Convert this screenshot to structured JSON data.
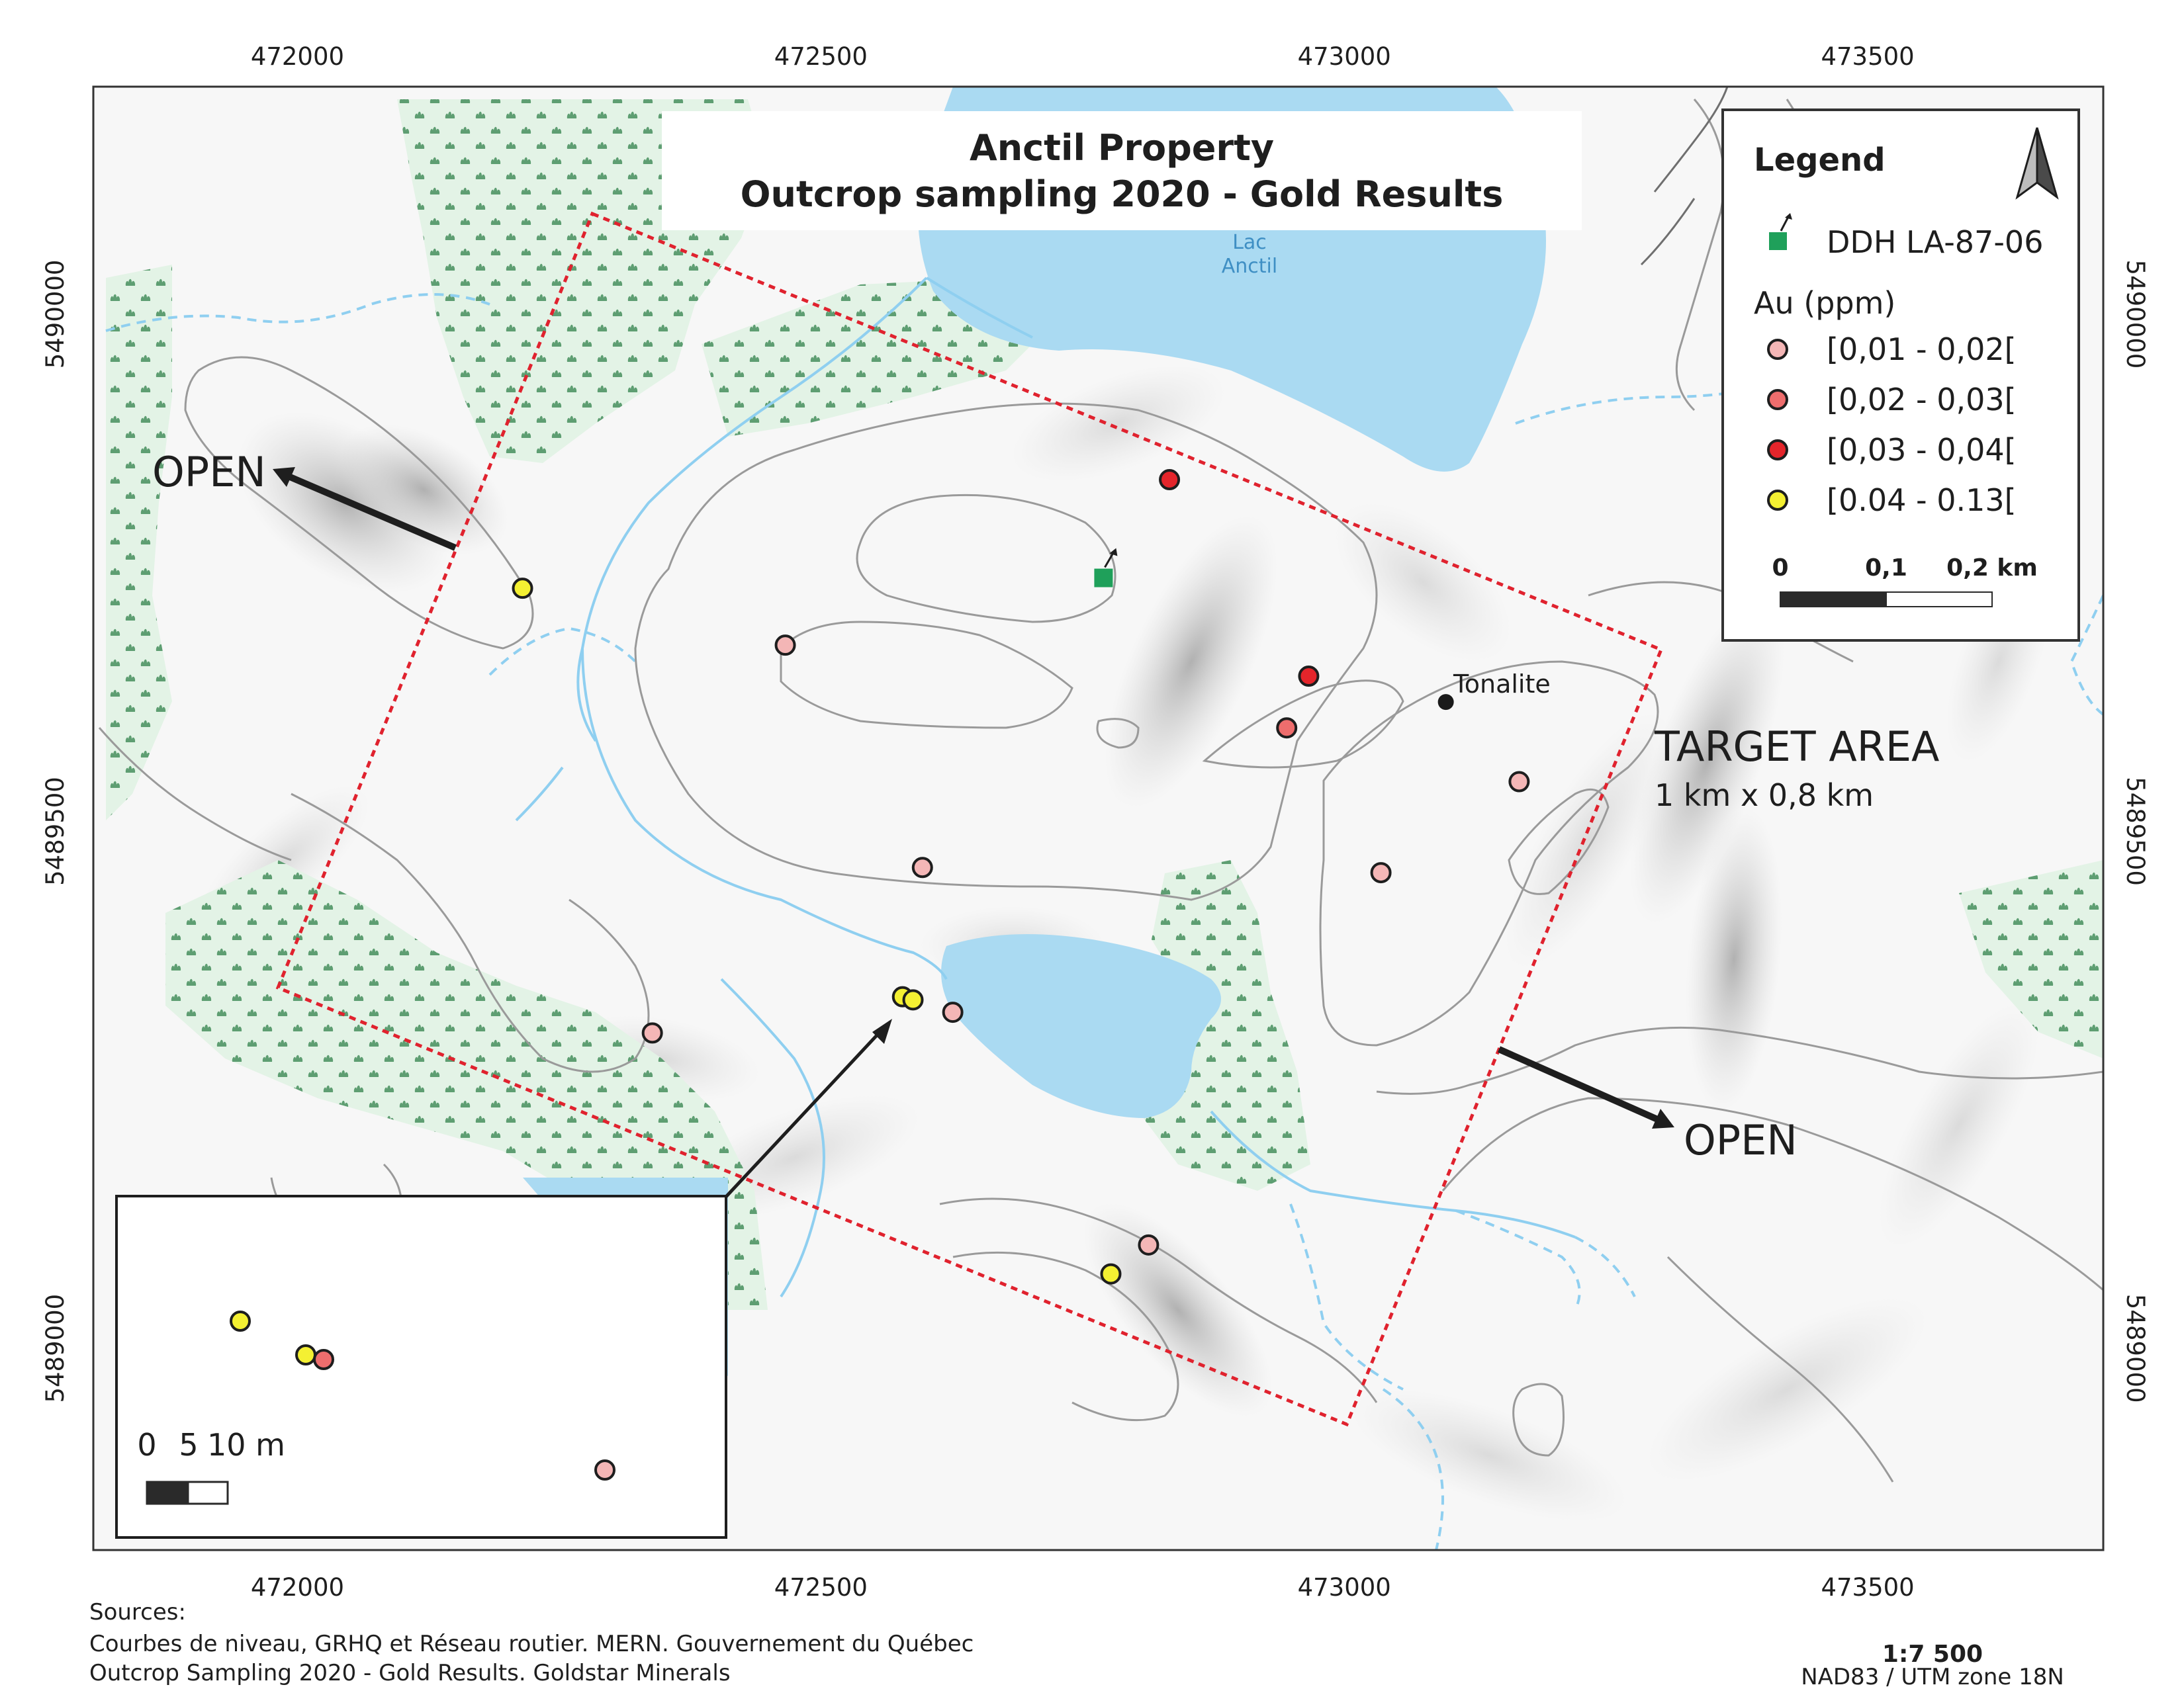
{
  "title": {
    "line1": "Anctil Property",
    "line2": "Outcrop sampling 2020 - Gold Results"
  },
  "axes": {
    "x_ticks": [
      "472000",
      "472500",
      "473000",
      "473500"
    ],
    "y_ticks": [
      "5490000",
      "5489500",
      "5489000"
    ],
    "x_range_m": [
      471805,
      473725
    ],
    "y_range_m": [
      5488805,
      5490220
    ]
  },
  "lake_label": {
    "line1": "Lac",
    "line2": "Anctil"
  },
  "legend": {
    "title": "Legend",
    "ddh_label": "DDH LA-87-06",
    "au_title": "Au (ppm)",
    "classes": [
      {
        "label": "[0,01 - 0,02[",
        "color": "#f4b6b6"
      },
      {
        "label": "[0,02 - 0,03[",
        "color": "#ee6d6d"
      },
      {
        "label": "[0,03 - 0,04[",
        "color": "#e4252b"
      },
      {
        "label": "[0.04 - 0.13[",
        "color": "#f4f032"
      }
    ],
    "scalebar": {
      "labels": [
        "0",
        "0,1",
        "0,2 km"
      ]
    }
  },
  "annotations": {
    "open_nw": "OPEN",
    "open_se": "OPEN",
    "target_title": "TARGET AREA",
    "target_size": "1 km x 0,8 km",
    "tonalite": "Tonalite"
  },
  "inset": {
    "scalebar_labels": [
      "0",
      "5",
      "10 m"
    ]
  },
  "footer": {
    "sources_title": "Sources:",
    "source1": "Courbes de niveau, GRHQ et Réseau routier. MERN. Gouvernement du Québec",
    "source2": "Outcrop Sampling 2020 - Gold Results. Goldstar Minerals",
    "scale": "1:7 500",
    "crs": "NAD83 / UTM zone 18N"
  },
  "colors": {
    "water": "#aadaf2",
    "vegetation": "#e3f3e6",
    "veg_symbol": "#5e9e72",
    "contour": "#9a9a9a",
    "target_outline": "#e0222e",
    "ddh": "#1fa05a",
    "tonalite": "#1a1a1a"
  },
  "samples": [
    {
      "e": 472215,
      "n": 5489735,
      "class": 3
    },
    {
      "e": 472833,
      "n": 5489840,
      "class": 2
    },
    {
      "e": 472466,
      "n": 5489680,
      "class": 0
    },
    {
      "e": 472966,
      "n": 5489650,
      "class": 2
    },
    {
      "e": 472945,
      "n": 5489600,
      "class": 1
    },
    {
      "e": 473167,
      "n": 5489548,
      "class": 0
    },
    {
      "e": 473035,
      "n": 5489460,
      "class": 0
    },
    {
      "e": 472597,
      "n": 5489465,
      "class": 0
    },
    {
      "e": 472578,
      "n": 5489340,
      "class": 3
    },
    {
      "e": 472588,
      "n": 5489337,
      "class": 3
    },
    {
      "e": 472626,
      "n": 5489325,
      "class": 0
    },
    {
      "e": 472339,
      "n": 5489305,
      "class": 0
    },
    {
      "e": 472813,
      "n": 5489100,
      "class": 0
    },
    {
      "e": 472777,
      "n": 5489072,
      "class": 3
    }
  ],
  "ddh": {
    "e": 472770,
    "n": 5489745
  },
  "tonalite_point": {
    "e": 473097,
    "n": 5489625
  },
  "inset_samples": [
    {
      "class": 3
    },
    {
      "class": 3
    },
    {
      "class": 1
    },
    {
      "class": 0
    }
  ]
}
